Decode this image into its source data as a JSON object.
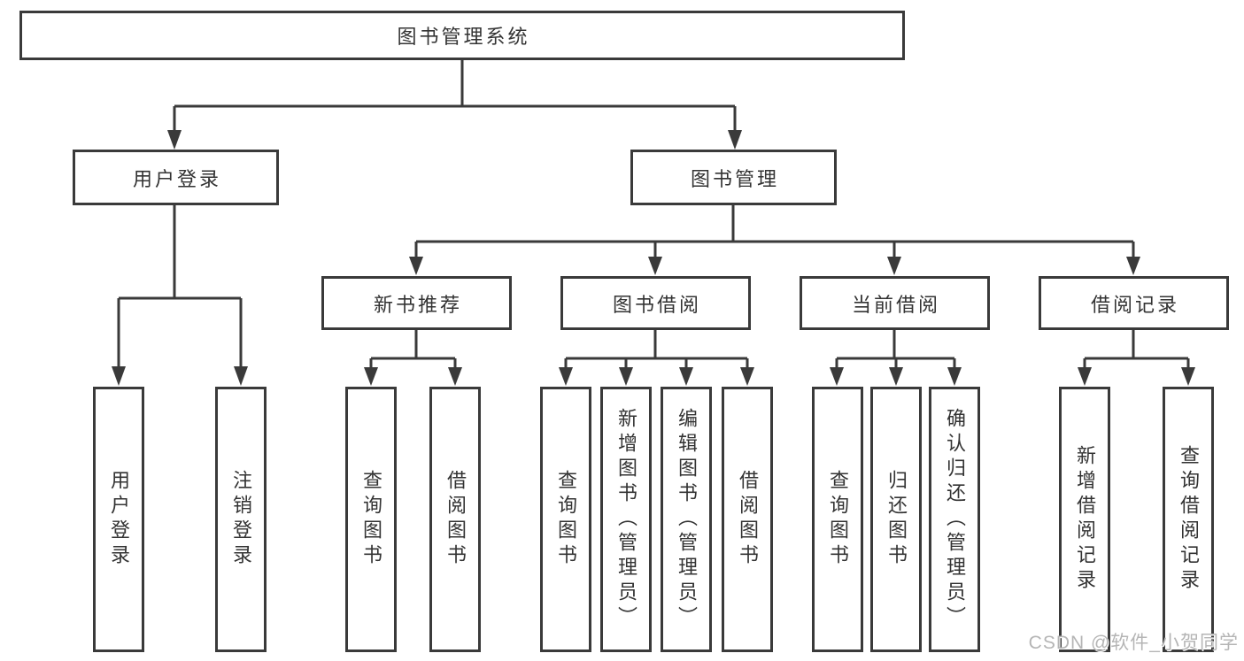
{
  "diagram_title": "图书管理系统",
  "tree": {
    "label": "图书管理系统",
    "children": [
      {
        "label": "用户登录",
        "children": [
          {
            "label": "用户登录"
          },
          {
            "label": "注销登录"
          }
        ]
      },
      {
        "label": "图书管理",
        "children": [
          {
            "label": "新书推荐",
            "children": [
              {
                "label": "查询图书"
              },
              {
                "label": "借阅图书"
              }
            ]
          },
          {
            "label": "图书借阅",
            "children": [
              {
                "label": "查询图书"
              },
              {
                "label": "新增图书（管理员）"
              },
              {
                "label": "编辑图书（管理员）"
              },
              {
                "label": "借阅图书"
              }
            ]
          },
          {
            "label": "当前借阅",
            "children": [
              {
                "label": "查询图书"
              },
              {
                "label": "归还图书"
              },
              {
                "label": "确认归还（管理员）"
              }
            ]
          },
          {
            "label": "借阅记录",
            "children": [
              {
                "label": "新增借阅记录"
              },
              {
                "label": "查询借阅记录"
              }
            ]
          }
        ]
      }
    ]
  },
  "watermark": "CSDN @软件_小贺同学",
  "colors": {
    "line": "#3a3a3a",
    "box_border": "#3a3a3a",
    "text": "#333333",
    "watermark": "#b5b5b5",
    "background": "#ffffff"
  }
}
